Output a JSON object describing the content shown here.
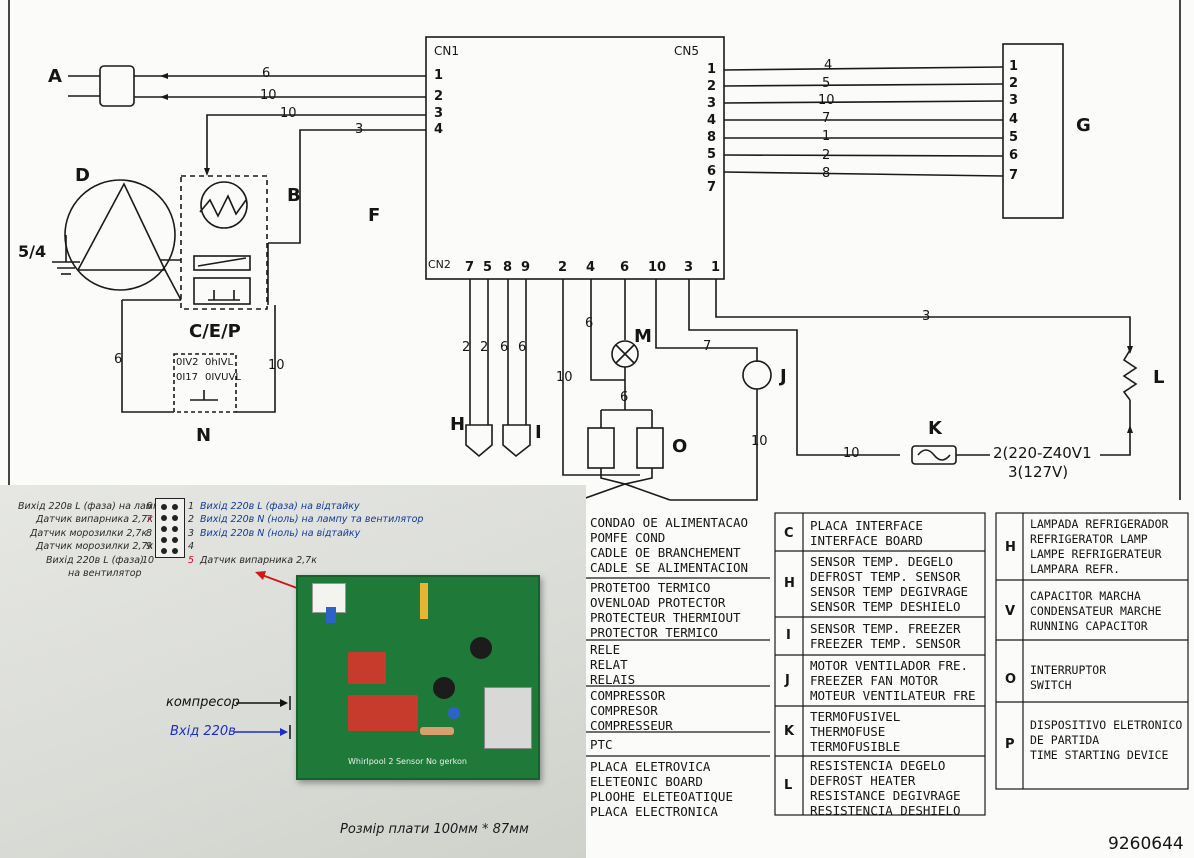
{
  "labels": {
    "a": "A",
    "b": "B",
    "d": "D",
    "f": "F",
    "g": "G",
    "h": "H",
    "i": "I",
    "j": "J",
    "k": "K",
    "l": "L",
    "m": "M",
    "n": "N",
    "o": "O",
    "ground": "5/4",
    "cep": "C/E/P",
    "n_top_left": "0IV2",
    "n_top_right": "0hIVL",
    "n_bot_left": "0I17",
    "n_bot_right": "0IVUVL",
    "supply_line1": "2(220-Z40V1",
    "supply_line2": "3(127V)"
  },
  "module": {
    "cn1": "CN1",
    "cn5": "CN5",
    "cn2": "CN2",
    "cn1_pins": [
      "1",
      "2",
      "3",
      "4"
    ],
    "cn5_pins": [
      "1",
      "2",
      "3",
      "4",
      "8",
      "5",
      "6",
      "7"
    ],
    "cn2_pins": [
      "7",
      "5",
      "8",
      "9",
      "2",
      "4",
      "6",
      "10",
      "3",
      "1"
    ]
  },
  "wires": {
    "a_top": "6",
    "a_bot": "10",
    "mid": "10",
    "f_wire": "3",
    "g_wires": [
      "4",
      "5",
      "10",
      "7",
      "1",
      "2",
      "8"
    ],
    "g_pins": [
      "1",
      "2",
      "3",
      "4",
      "5",
      "6",
      "7"
    ],
    "h_wires": [
      "2",
      "2",
      "6",
      "6"
    ],
    "cn2_2": "10",
    "cn2_4": "6",
    "m_below": "6",
    "to_j": "7",
    "j_below": "10",
    "to_l": "3",
    "to_k": "10",
    "left_loop": "6",
    "b_down": "10"
  },
  "photo": {
    "pinout_left": [
      "Вихід 220в L (фаза) на лампу",
      "Датчик випарника 2,7к",
      "Датчик морозилки 2,7к",
      "Датчик морозилки 2,7к",
      "Вихід 220в L (фаза)",
      "на вентилятор"
    ],
    "pinout_left_nums": [
      "6",
      "7",
      "8",
      "9",
      "10"
    ],
    "pinout_right": [
      "Вихід 220в L (фаза) на відтайку",
      "Вихід 220в N (ноль) на лампу та вентилятор",
      "Вихід 220в N (ноль) на відтайку",
      "",
      "Датчик випарника 2,7к"
    ],
    "pinout_right_nums": [
      "1",
      "2",
      "3",
      "4",
      "5"
    ],
    "compressor": "компресор",
    "input": "Вхід 220в",
    "board_text": "Whirlpool 2 Sensor No gerkon",
    "size_caption": "Розмір плати 100мм * 87мм"
  },
  "legend": {
    "col1": [
      "CONDAO OE ALIMENTACAO\nPOMFE COND\nCADLE OE BRANCHEMENT\nCADLE SE ALIMENTACION",
      "PROTETOO TERMICO\nOVENLOAD PROTECTOR\nPROTECTEUR THERMIOUT\nPROTECTOR TERMICO",
      "RELE\nRELAT\nRELAIS",
      "COMPRESSOR\nCOMPRESOR\nCOMPRESSEUR",
      "PTC",
      "PLACA ELETROVICA\nELETEONIC BOARD\nPLOOHE ELETEOATIQUE\nPLACA ELECTRONICA"
    ],
    "col2_letters": [
      "C",
      "H",
      "I",
      "J",
      "K",
      "L"
    ],
    "col2": [
      "PLACA INTERFACE\nINTERFACE BOARD",
      "SENSOR TEMP. DEGELO\nDEFROST TEMP. SENSOR\nSENSOR TEMP DEGIVRAGE\nSENSOR TEMP DESHIELO",
      "SENSOR TEMP. FREEZER\nFREEZER TEMP. SENSOR",
      "MOTOR VENTILADOR FRE.\nFREEZER FAN MOTOR\nMOTEUR VENTILATEUR FRE",
      "TERMOFUSIVEL\nTHERMOFUSE\nTERMOFUSIBLE",
      "RESISTENCIA DEGELO\nDEFROST HEATER\nRESISTANCE DEGIVRAGE\nRESISTENCIA DESHIELO"
    ],
    "col3_letters": [
      "H",
      "V",
      "O",
      "P"
    ],
    "col3": [
      "LAMPADA REFRIGERADOR\nREFRIGERATOR LAMP\nLAMPE REFRIGERATEUR\nLAMPARA REFR.",
      "CAPACITOR MARCHA\nCONDENSATEUR MARCHE\nRUNNING CAPACITOR",
      "INTERRUPTOR\nSWITCH",
      "DISPOSITIVO ELETRONICO\nDE PARTIDA\nTIME STARTING DEVICE"
    ],
    "code": "9260644"
  }
}
